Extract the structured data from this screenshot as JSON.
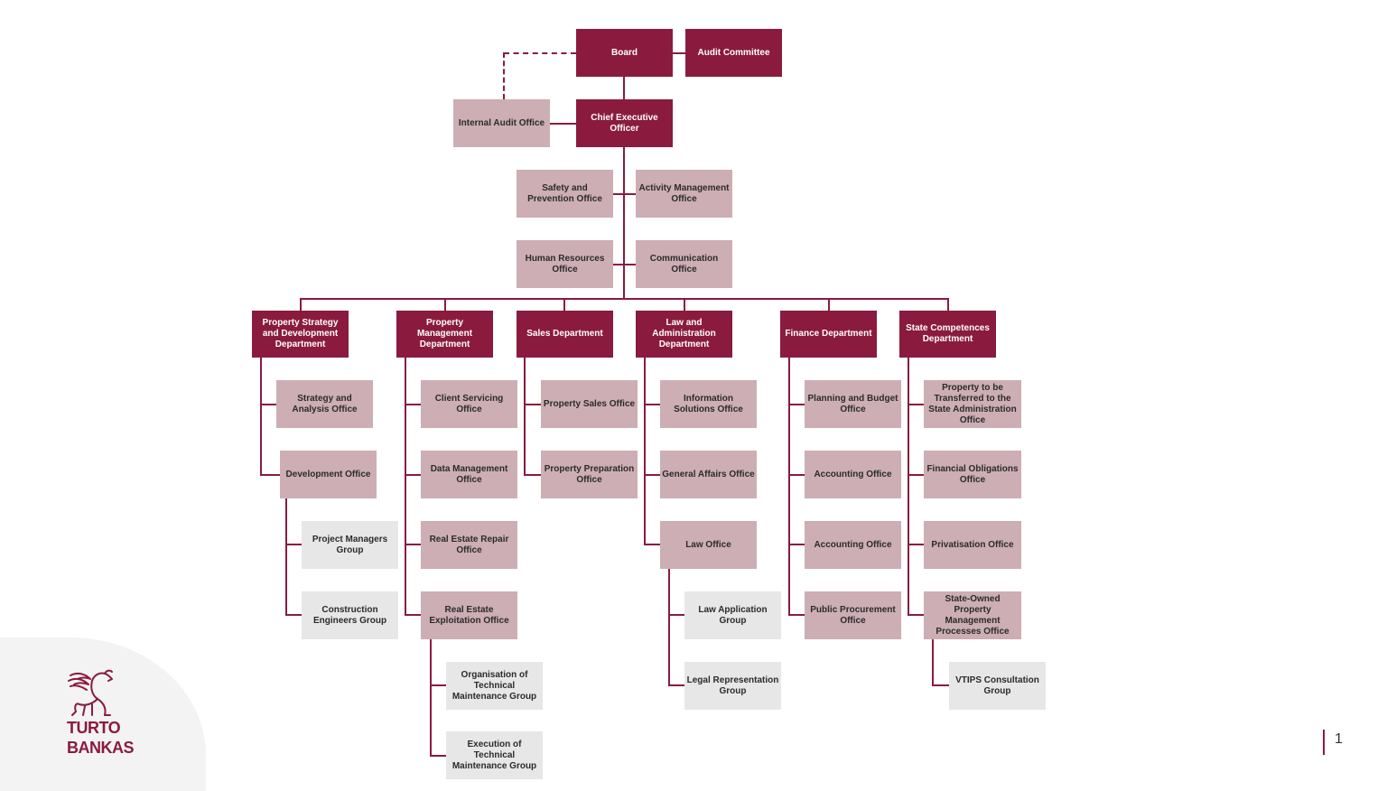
{
  "colors": {
    "accent": "#8a1b3e",
    "office": "#ccaeb4",
    "group": "#e7e7e7"
  },
  "top": {
    "board": "Board",
    "audit_committee": "Audit Committee",
    "internal_audit": "Internal Audit Office",
    "ceo": "Chief Executive Officer"
  },
  "staff": {
    "safety": "Safety and Prevention Office",
    "activity": "Activity Management Office",
    "hr": "Human Resources Office",
    "communication": "Communication Office"
  },
  "departments": {
    "strategy": {
      "name": "Property Strategy and Development Department",
      "offices": [
        "Strategy and Analysis Office",
        "Development Office"
      ],
      "groups": [
        "Project Managers Group",
        "Construction Engineers Group"
      ]
    },
    "management": {
      "name": "Property Management Department",
      "offices": [
        "Client Servicing Office",
        "Data Management Office",
        "Real Estate Repair Office",
        "Real Estate Exploitation Office"
      ],
      "groups": [
        "Organisation of Technical Maintenance Group",
        "Execution of Technical Maintenance Group"
      ]
    },
    "sales": {
      "name": "Sales Department",
      "offices": [
        "Property Sales Office",
        "Property Preparation Office"
      ]
    },
    "law": {
      "name": "Law and Administration Department",
      "offices": [
        "Information Solutions Office",
        "General Affairs Office",
        "Law Office"
      ],
      "groups": [
        "Law Application Group",
        "Legal Representation Group"
      ]
    },
    "finance": {
      "name": "Finance Department",
      "offices": [
        "Planning and Budget Office",
        "Accounting Office",
        "Accounting Office",
        "Public Procurement Office"
      ]
    },
    "state": {
      "name": "State Competences Department",
      "offices": [
        "Property to be Transferred to the State Administration Office",
        "Financial Obligations Office",
        "Privatisation Office",
        "State-Owned Property Management Processes Office"
      ],
      "groups": [
        "VTIPS Consultation Group"
      ]
    }
  },
  "logo": {
    "line1": "TURTO",
    "line2": "BANKAS"
  },
  "page_number": "1"
}
